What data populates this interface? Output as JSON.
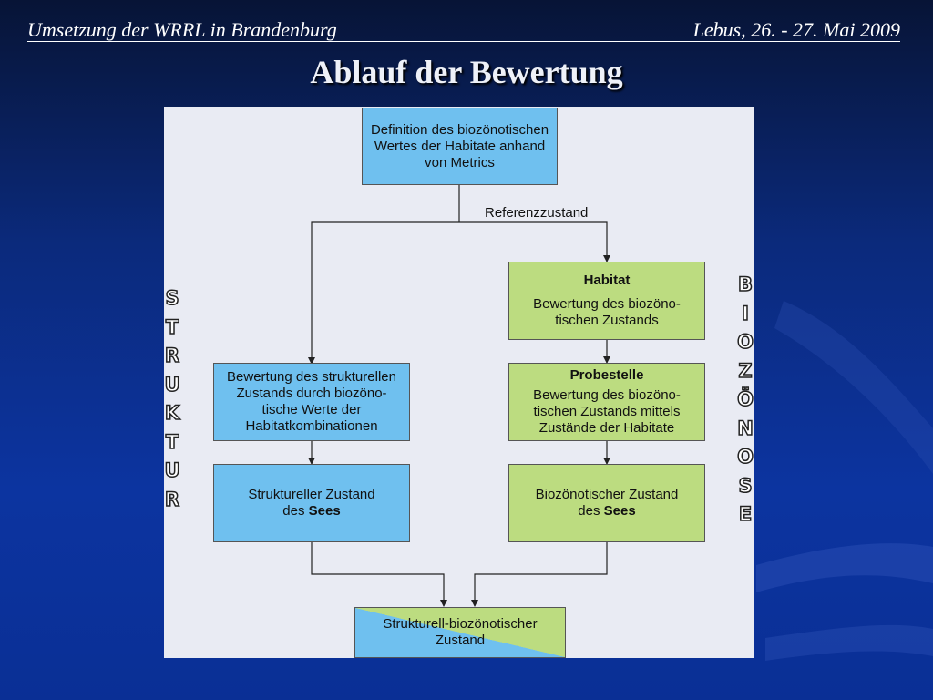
{
  "header": {
    "left": "Umsetzung der WRRL in Brandenburg",
    "right": "Lebus, 26. - 27. Mai 2009"
  },
  "title": "Ablauf der Bewertung",
  "colors": {
    "blue_box": "#6fc0ef",
    "green_box": "#bcdc80",
    "panel": "#e9ebf3"
  },
  "diagram": {
    "top_box": [
      "Definition des biozönotischen",
      "Wertes der Habitate anhand",
      "von Metrics"
    ],
    "reference_label": "Referenzzustand",
    "habitat": {
      "heading": "Habitat",
      "lines": [
        "Bewertung des biozöno-",
        "tischen Zustands"
      ]
    },
    "probestelle": {
      "heading": "Probestelle",
      "lines": [
        "Bewertung des biozöno-",
        "tischen Zustands mittels",
        "Zustände der Habitate"
      ]
    },
    "struct_eval": [
      "Bewertung des strukturellen",
      "Zustands durch biozöno-",
      "tische Werte der",
      "Habitatkombinationen"
    ],
    "struct_state": {
      "line1": "Struktureller Zustand",
      "prefix": "des ",
      "bold": "Sees"
    },
    "bio_state": {
      "line1": "Biozönotischer Zustand",
      "prefix": "des ",
      "bold": "Sees"
    },
    "final": [
      "Strukturell-biozönotischer",
      "Zustand"
    ],
    "left_vertical": [
      "S",
      "T",
      "R",
      "U",
      "K",
      "T",
      "U",
      "R"
    ],
    "right_vertical": [
      "B",
      "I",
      "O",
      "Z",
      "Ö",
      "N",
      "O",
      "S",
      "E"
    ]
  }
}
